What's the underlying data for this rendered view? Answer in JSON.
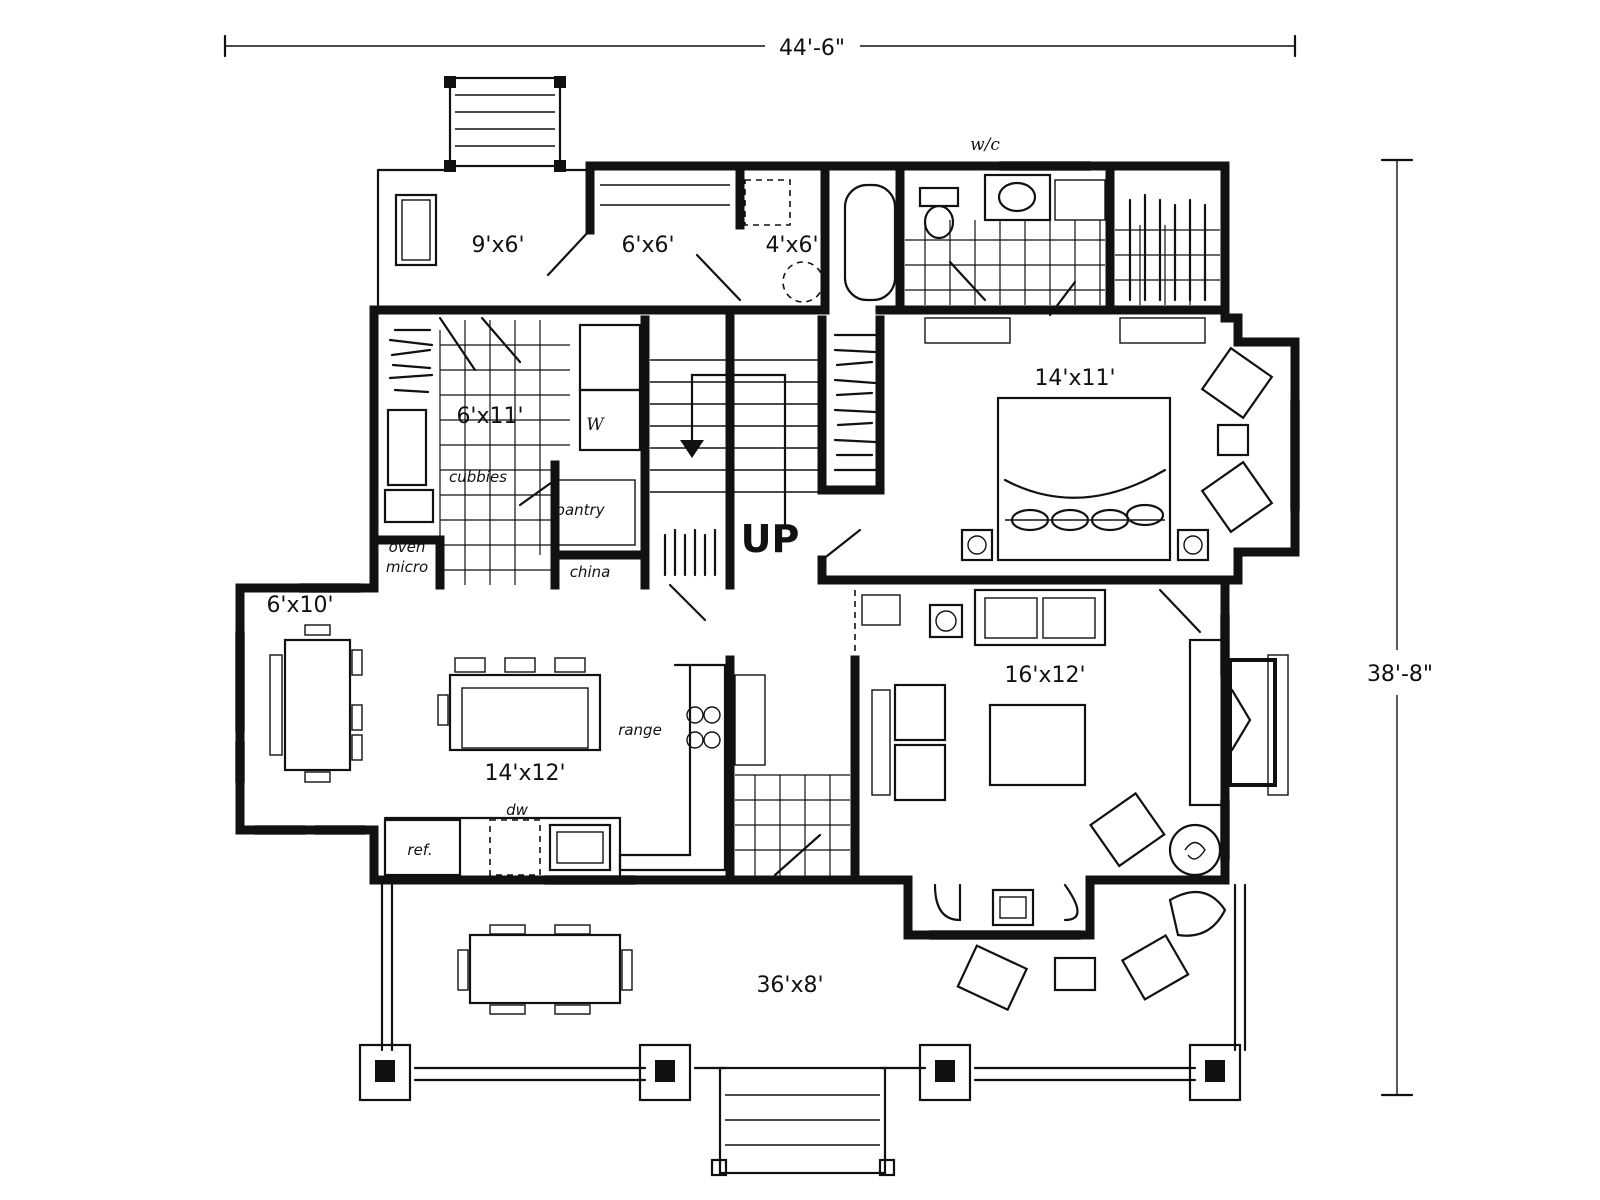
{
  "dimensions": {
    "width": "44'-6\"",
    "depth": "38'-8\""
  },
  "rooms": {
    "mudroom_porch": "9'x6'",
    "hall_6x6": "6'x6'",
    "closet_4x6": "4'x6'",
    "bedroom": "14'x11'",
    "laundry": "6'x11'",
    "dining_nook": "6'x10'",
    "kitchen": "14'x12'",
    "living": "16'x12'",
    "front_porch": "36'x8'"
  },
  "annotations": {
    "cubbies": "cubbies",
    "pantry": "pantry",
    "oven_line1": "oven",
    "oven_line2": "micro",
    "china": "china",
    "washer": "W",
    "range": "range",
    "refrigerator": "ref.",
    "dishwasher": "dw",
    "water_closet": "w/c",
    "stair_up": "UP"
  }
}
